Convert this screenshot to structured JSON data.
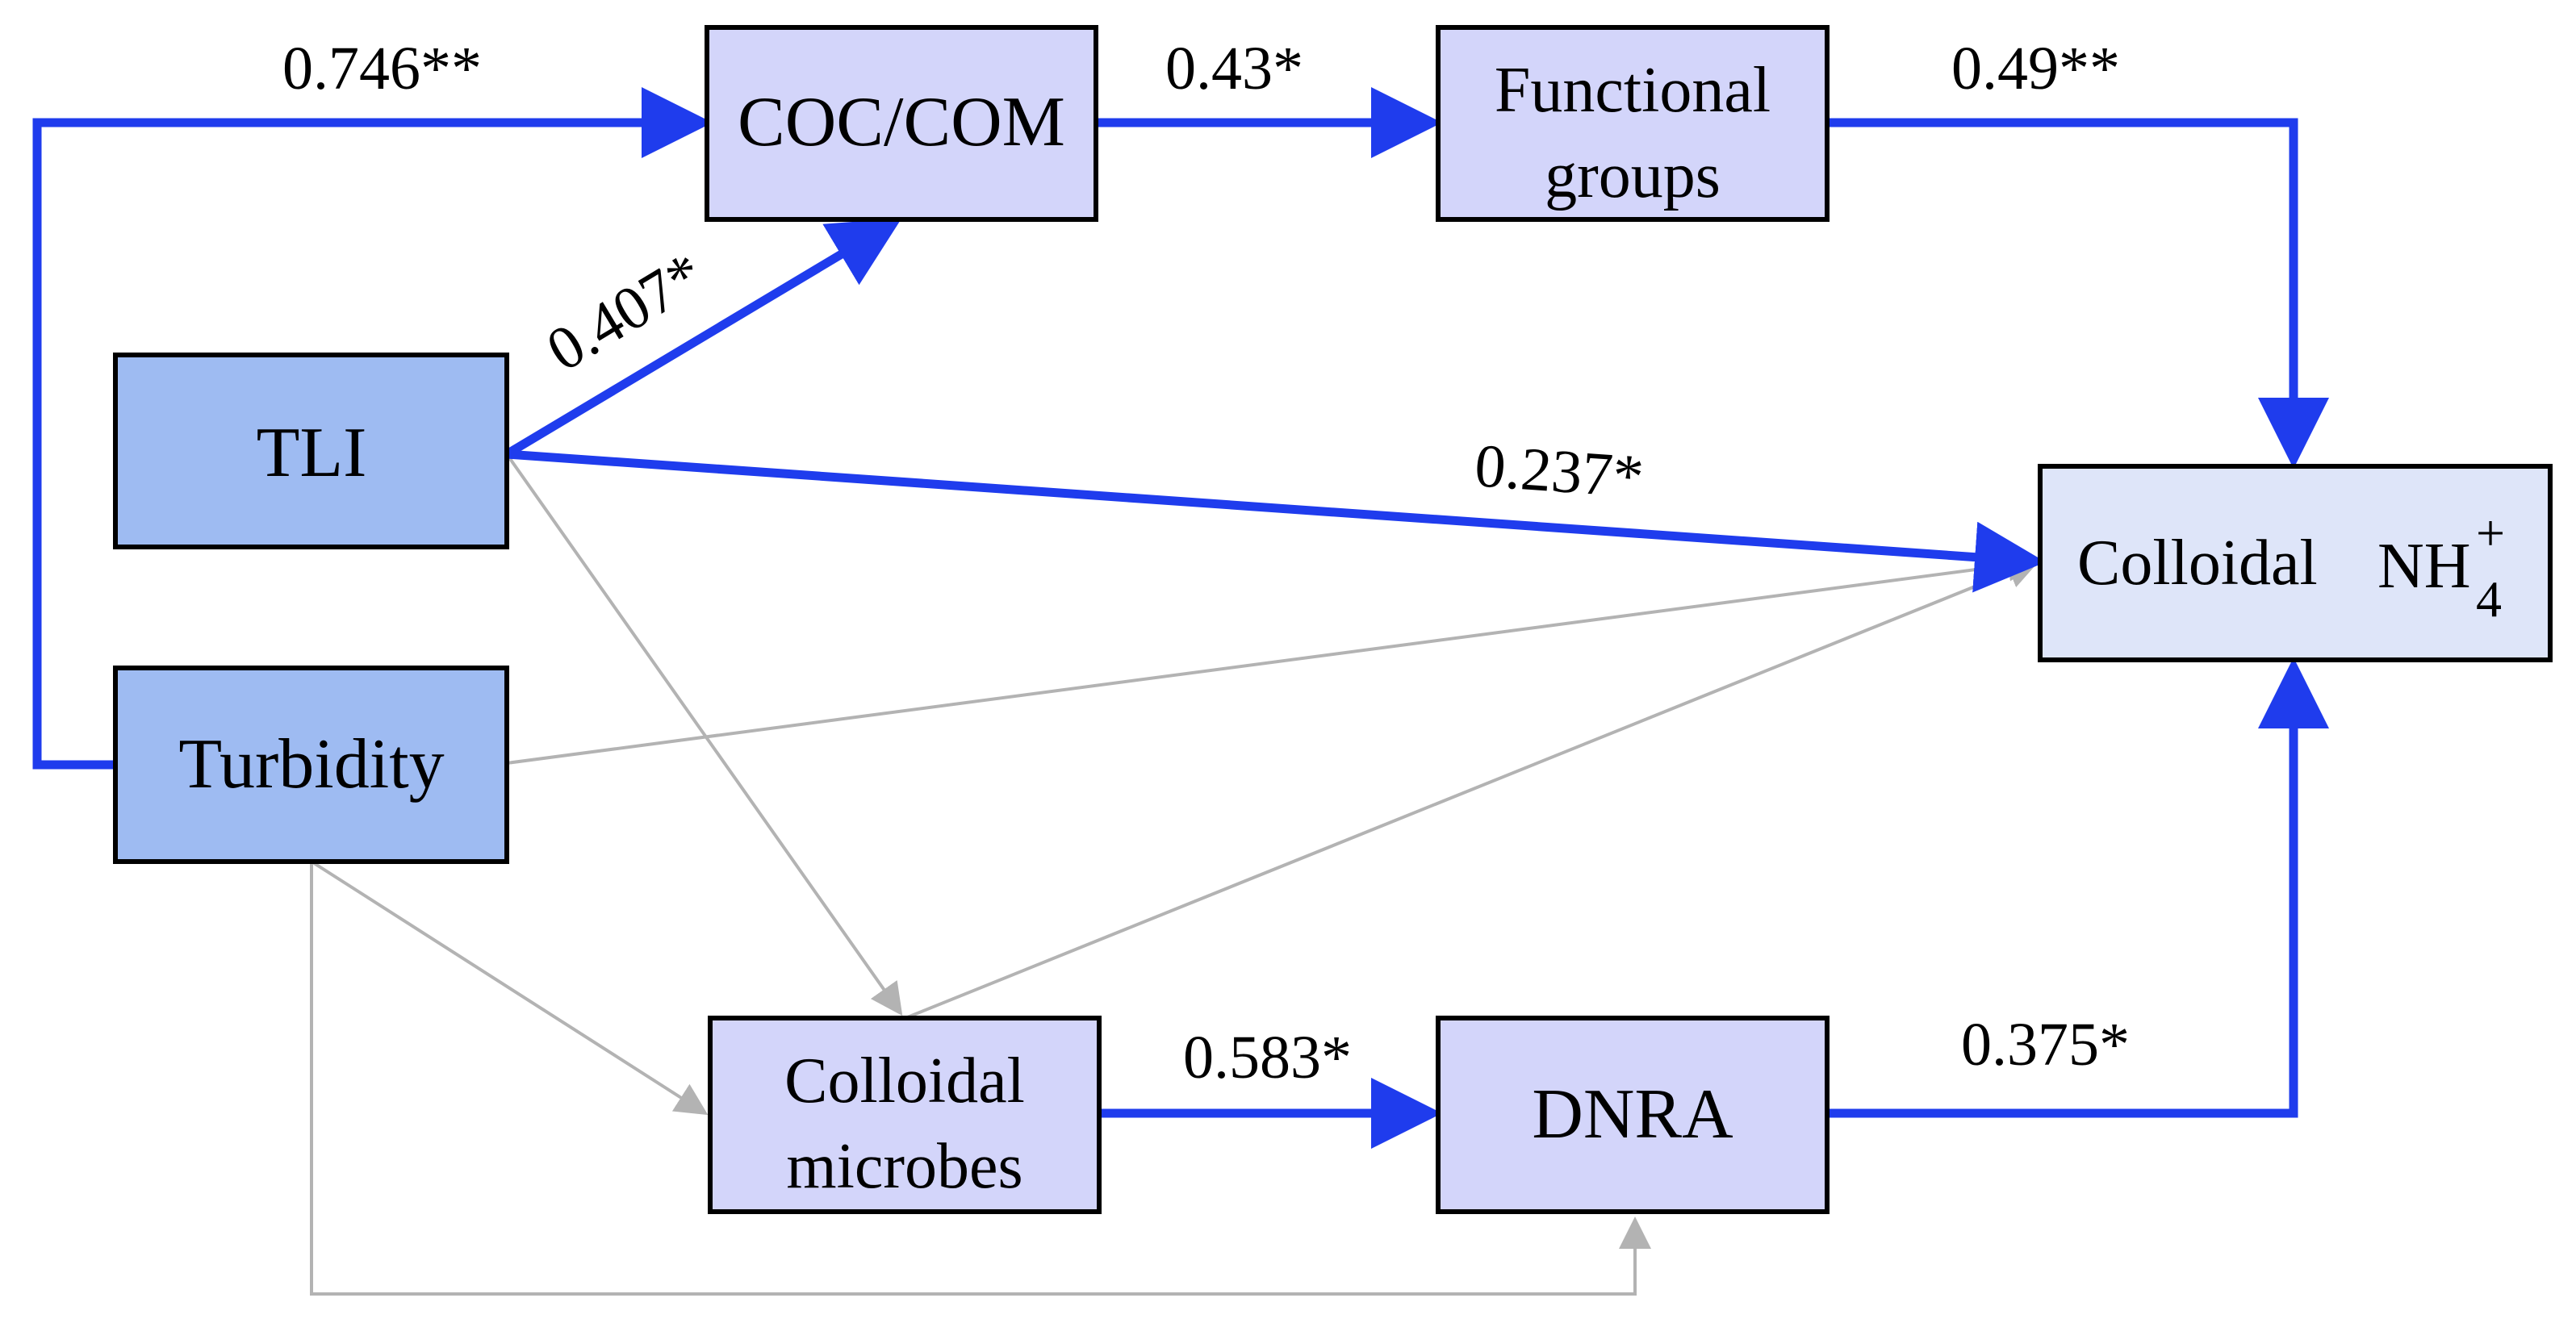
{
  "colors": {
    "node_dark": "#9ebbf2",
    "node_light": "#d3d5fa",
    "node_target": "#dee5f9",
    "significant": "#1f3ced",
    "nonsignificant": "#b3b3b3",
    "border": "#000000"
  },
  "nodes": {
    "coc_com": {
      "label": "COC/COM"
    },
    "functional_groups": {
      "line1": "Functional",
      "line2": "groups"
    },
    "tli": {
      "label": "TLI"
    },
    "turbidity": {
      "label": "Turbidity"
    },
    "colloidal_nh4": {
      "label": "Colloidal",
      "chem_base": "NH",
      "chem_sup": "+",
      "chem_sub": "4"
    },
    "colloidal_microbes": {
      "line1": "Colloidal",
      "line2": "microbes"
    },
    "dnra": {
      "label": "DNRA"
    }
  },
  "paths": {
    "turbidity_to_coc": {
      "coef": "0.746**"
    },
    "coc_to_functional": {
      "coef": "0.43*"
    },
    "functional_to_nh4": {
      "coef": "0.49**"
    },
    "tli_to_coc": {
      "coef": "0.407*"
    },
    "tli_to_nh4": {
      "coef": "0.237*"
    },
    "microbes_to_dnra": {
      "coef": "0.583*"
    },
    "dnra_to_nh4": {
      "coef": "0.375*"
    }
  }
}
